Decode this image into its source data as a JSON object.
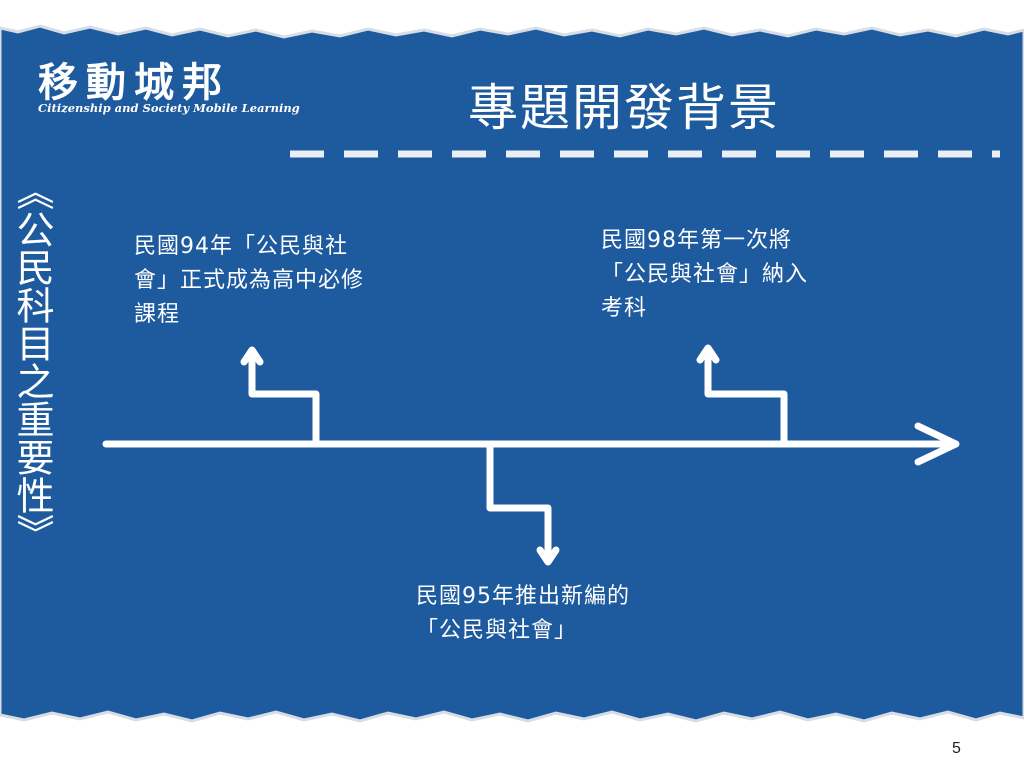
{
  "logo": {
    "title": "移動城邦",
    "subtitle": "Citizenship and Society Mobile Learning"
  },
  "page_title": "專題開發背景",
  "side_title": "《公民科目之重要性》",
  "timeline": {
    "events": [
      {
        "text": "民國94年「公民與社會」正式成為高中必修課程"
      },
      {
        "text": "民國98年第一次將「公民與社會」納入考科"
      },
      {
        "text": "民國95年推出新編的「公民與社會」"
      }
    ]
  },
  "page_number": "5",
  "colors": {
    "panel_blue": "#1e5a9e",
    "line_white": "#ffffff",
    "page_background": "#ffffff"
  }
}
